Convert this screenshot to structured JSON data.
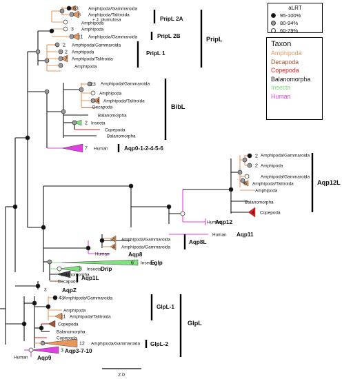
{
  "legend_support": {
    "title": "aLRT",
    "items": [
      {
        "label": "95-100%",
        "color": "#111111"
      },
      {
        "label": "80-94%",
        "color": "#9a9a9a"
      },
      {
        "label": "60-79%",
        "color": "#ffffff"
      }
    ]
  },
  "legend_taxon": {
    "title": "Taxon",
    "items": [
      {
        "label": "Amphipoda",
        "color": "#e8965a"
      },
      {
        "label": "Decapoda",
        "color": "#a0522d"
      },
      {
        "label": "Copepoda",
        "color": "#e31a1c"
      },
      {
        "label": "Balanomorpha",
        "color": "#111111"
      },
      {
        "label": "Insecta",
        "color": "#7ee07e"
      },
      {
        "label": "Human",
        "color": "#e040e0"
      }
    ]
  },
  "groups": {
    "pripl": "PripL",
    "bibl": "BibL",
    "aqp0": "Aqp0-1-2-4-5-6",
    "aqp12l": "Aqp12L",
    "aqp12": "Aqp12",
    "aqp11": "Aqp11",
    "aqp8l": "Aqp8L",
    "aqp8": "Aqp8",
    "eglp": "Eglp",
    "drip": "Drip",
    "aqp1l": "Aqp1L",
    "aqpz": "AqpZ",
    "glpl": "GlpL",
    "glpl1": "GlpL-1",
    "glpl2": "GlpL-2",
    "aqp3710": "Aqp3-7-10",
    "aqp9": "Aqp9",
    "pripl2a": "PripL 2A",
    "pripl2b": "PripL 2B",
    "pripl1": "PripL 1"
  },
  "taxa": {
    "amph_gam": "Amphipoda/Gammaroida",
    "amph_tal": "Amphipoda/Talitroida",
    "amph": "Amphipoda",
    "jplum": "+ J. plumulosa",
    "decapoda": "Decapoda",
    "balanomorpha": "Balanomorpha",
    "insecta": "Insecta",
    "copepoda": "Copepoda",
    "human": "Human"
  },
  "counts": {
    "c3": "3",
    "c8": "8",
    "c11": "11",
    "c2": "2",
    "c7": "7",
    "c4": "4",
    "c6": "6",
    "c12": "12",
    "c43": "43",
    "c23": "23",
    "c63": "63"
  },
  "scale_bar": "2.0"
}
